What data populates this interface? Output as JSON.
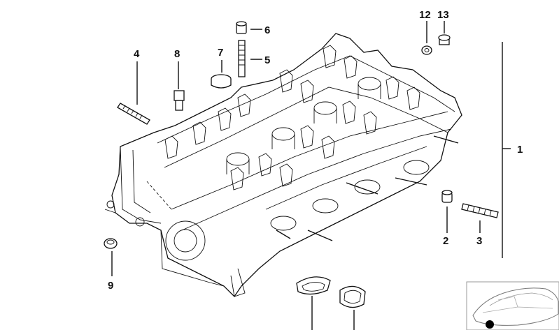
{
  "callouts": {
    "c1": "1",
    "c2": "2",
    "c3": "3",
    "c4": "4",
    "c5": "5",
    "c6": "6",
    "c7": "7",
    "c8": "8",
    "c9": "9",
    "c12": "12",
    "c13": "13"
  },
  "colors": {
    "line": "#111111",
    "background": "#ffffff"
  }
}
